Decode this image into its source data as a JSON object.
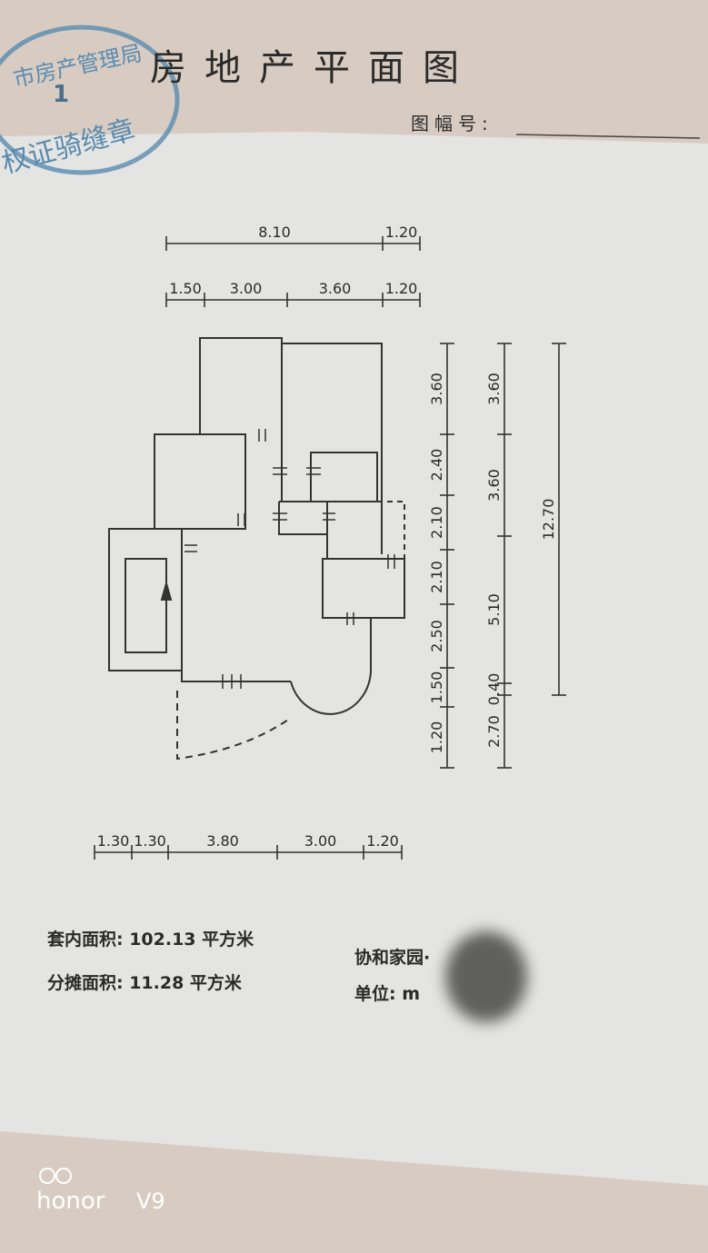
{
  "stamp": {
    "line1": "市房产管理局",
    "number": "1",
    "line2": "权证骑缝章"
  },
  "header": {
    "title": "房地产平面图",
    "sheet_no_label": "图幅号:"
  },
  "dims": {
    "top1": [
      "8.10",
      "1.20"
    ],
    "top2": [
      "1.50",
      "3.00",
      "3.60",
      "1.20"
    ],
    "bottom": [
      "1.30",
      "1.30",
      "3.80",
      "3.00",
      "1.20"
    ],
    "right1": [
      "3.60",
      "2.40",
      "2.10",
      "2.10",
      "2.50",
      "1.50",
      "1.20"
    ],
    "right2": [
      "3.60",
      "3.60",
      "5.10",
      "0.40",
      "2.70"
    ],
    "right3": [
      "12.70"
    ]
  },
  "footer": {
    "inner_area": "套内面积: 102.13 平方米",
    "shared_area": "分摊面积: 11.28 平方米",
    "estate": "协和家园·",
    "unit": "单位: m"
  },
  "watermark": {
    "brand": "honor",
    "model": "V9"
  },
  "colors": {
    "paper": "#e6e6e4",
    "beige": "#dcd0c6",
    "stamp": "#5a8bb0",
    "ink": "#2a2a2a"
  }
}
